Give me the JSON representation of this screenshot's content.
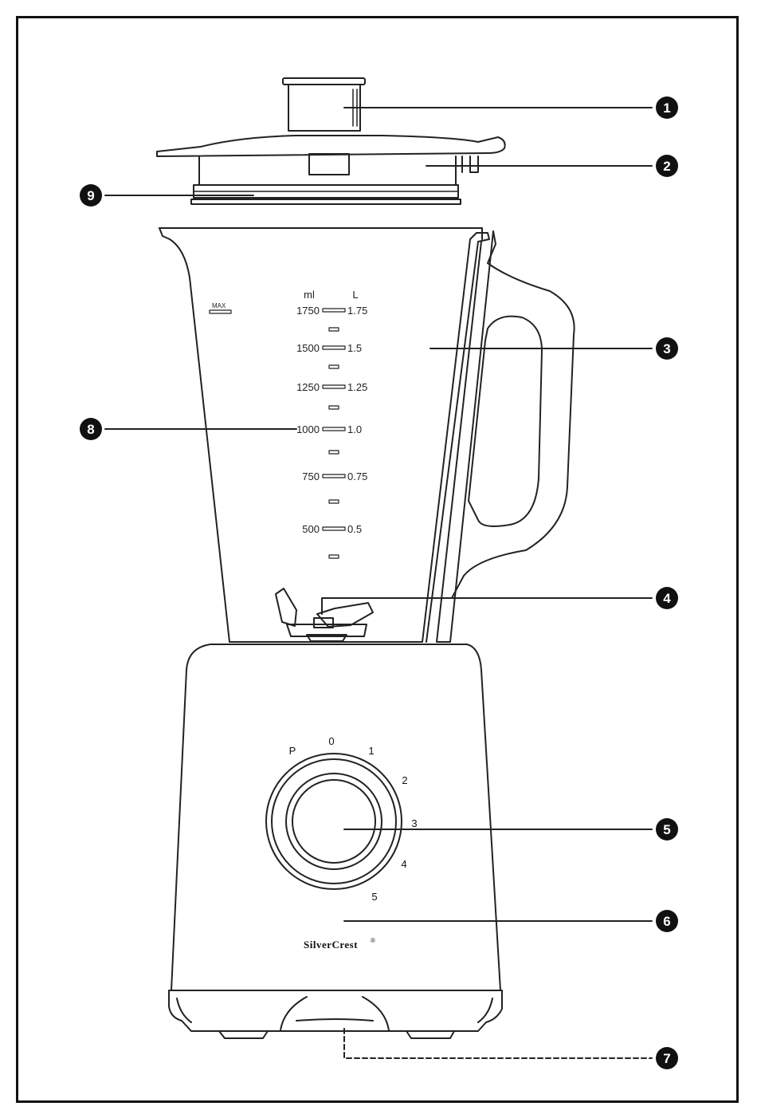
{
  "scale": {
    "ml_header": "ml",
    "l_header": "L",
    "max_label": "MAX",
    "marks": [
      {
        "ml": "1750",
        "l": "1.75"
      },
      {
        "ml": "1500",
        "l": "1.5"
      },
      {
        "ml": "1250",
        "l": "1.25"
      },
      {
        "ml": "1000",
        "l": "1.0"
      },
      {
        "ml": "750",
        "l": "0.75"
      },
      {
        "ml": "500",
        "l": "0.5"
      }
    ]
  },
  "dial": {
    "labels": [
      "P",
      "0",
      "1",
      "2",
      "3",
      "4",
      "5"
    ]
  },
  "brand": {
    "text": "SilverCrest",
    "mark": "®"
  },
  "callouts": [
    "1",
    "2",
    "3",
    "4",
    "5",
    "6",
    "7",
    "8",
    "9"
  ]
}
